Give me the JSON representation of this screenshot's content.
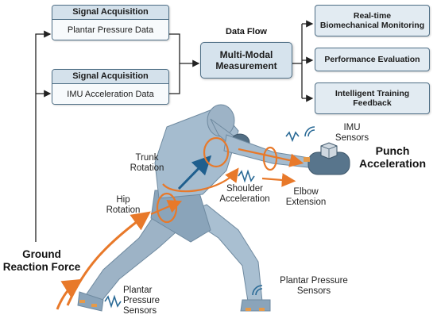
{
  "acquisition_top": {
    "header": "Signal Acquisition",
    "body": "Plantar Pressure Data"
  },
  "acquisition_bottom": {
    "header": "Signal Acquisition",
    "body": "IMU Acceleration Data"
  },
  "data_flow_label": "Data Flow",
  "center_box": {
    "line1": "Multi-Modal",
    "line2": "Measurement"
  },
  "outputs": [
    {
      "line1": "Real-time",
      "line2": "Biomechanical Monitoring"
    },
    {
      "line1": "Performance Evaluation",
      "line2": ""
    },
    {
      "line1": "Intelligent Training",
      "line2": "Feedback"
    }
  ],
  "figure_labels": {
    "trunk_rotation": [
      "Trunk",
      "Rotation"
    ],
    "hip_rotation": [
      "Hip",
      "Rotation"
    ],
    "shoulder_acceleration": [
      "Shoulder",
      "Acceleration"
    ],
    "elbow_extension": [
      "Elbow",
      "Extension"
    ],
    "imu_sensors": [
      "IMU",
      "Sensors"
    ],
    "punch_acceleration": [
      "Punch",
      "Acceleration"
    ],
    "ground_reaction_force": [
      "Ground",
      "Reaction Force"
    ],
    "plantar_pressure_left": [
      "Plantar",
      "Pressure",
      "Sensors"
    ],
    "plantar_pressure_right": [
      "Plantar Pressure",
      "Sensors"
    ]
  },
  "colors": {
    "box_border": "#4f6f86",
    "arrow_orange": "#e8792a",
    "arrow_blue": "#1f5f8e",
    "body_fill": "#9db3c6",
    "sensor_orange": "#e59a4a",
    "signal_blue": "#2a6a96"
  }
}
